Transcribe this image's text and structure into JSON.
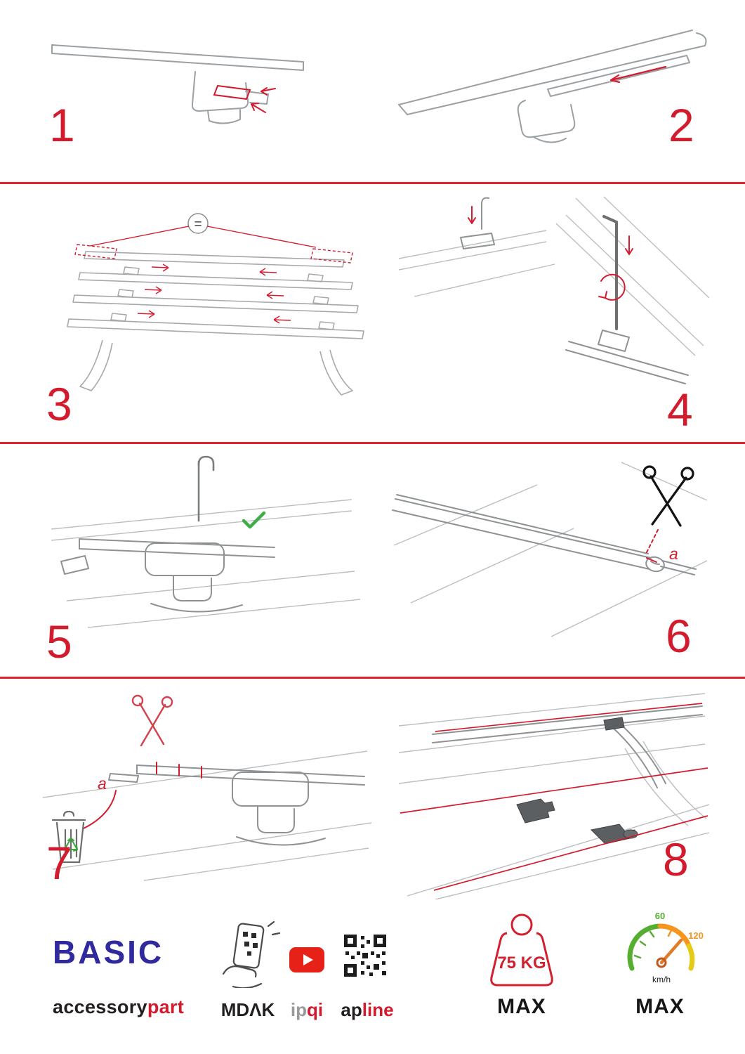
{
  "page": {
    "background": "#ffffff",
    "accent_red": "#d31b2e",
    "divider_red": "#e0212f"
  },
  "steps": [
    {
      "number": "1"
    },
    {
      "number": "2"
    },
    {
      "number": "3",
      "equal_label": "="
    },
    {
      "number": "4"
    },
    {
      "number": "5"
    },
    {
      "number": "6",
      "part_label": "a"
    },
    {
      "number": "7",
      "part_label": "a"
    },
    {
      "number": "8"
    }
  ],
  "footer": {
    "brand_title": "BASIC",
    "brand_sub_dark": "accessory",
    "brand_sub_red": "part",
    "mdak_label": "MDΛK",
    "ipqi_gray": "ip",
    "ipqi_red": "qi",
    "apline_dark": "ap",
    "apline_red": "line",
    "weight_value": "75 KG",
    "weight_max_label": "MAX",
    "speed_tick_low": "60",
    "speed_tick_high": "120",
    "speed_unit": "km/h",
    "speed_max_label": "MAX",
    "colors": {
      "brand_blue": "#312a9e",
      "youtube_red": "#e62117",
      "speed_green": "#56ae31",
      "speed_orange": "#f7941d",
      "check_green": "#3fae49"
    }
  }
}
